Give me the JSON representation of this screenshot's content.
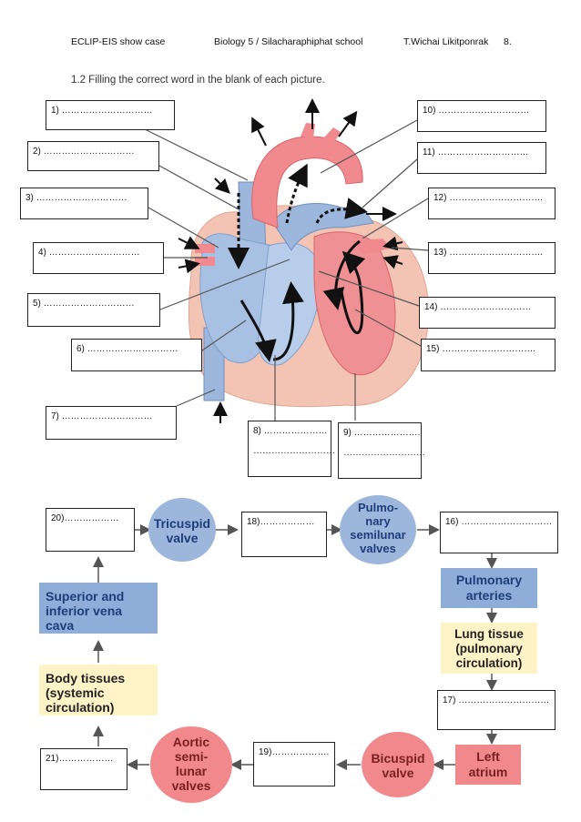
{
  "header": {
    "left": "ECLIP-EIS show case",
    "middle": "Biology 5 / Silacharaphiphat school",
    "right": "T.Wichai Likitponrak",
    "page": "8."
  },
  "instruction": "1.2 Filling the correct word in the blank of each picture.",
  "labels": {
    "l1": "1) …………………………",
    "l2": "2) …………………………",
    "l3": "3) …………………………",
    "l4": "4) …………………………",
    "l5": "5) …………………………",
    "l6": "6) …………………………",
    "l7": "7) …………………………",
    "l8a": "8) …………………",
    "l8b": "………………………",
    "l9a": "9) ………………….",
    "l9b": "………………………",
    "l10": "10) …………………………",
    "l11": "11) …………………………",
    "l12": "12) ………………………….",
    "l13": "13) ………………………….",
    "l14": "14) …………………………",
    "l15": "15) ………………………….",
    "l16": "16) …………………………",
    "l17": "17) …………………………",
    "l18": "18)………………",
    "l19": "19)……………….",
    "l20": "20)………………",
    "l21": "21)………………"
  },
  "flow": {
    "tricuspid_1": "Tricuspid",
    "tricuspid_2": "valve",
    "pulmo_1": "Pulmo-",
    "pulmo_2": "nary",
    "pulmo_3": "semilunar",
    "pulmo_4": "valves",
    "pulm_arteries_1": "Pulmonary",
    "pulm_arteries_2": "arteries",
    "lung_1": "Lung tissue",
    "lung_2": "(pulmonary",
    "lung_3": "circulation)",
    "left_atrium_1": "Left",
    "left_atrium_2": "atrium",
    "bicuspid_1": "Bicuspid",
    "bicuspid_2": "valve",
    "aortic_1": "Aortic",
    "aortic_2": "semi-",
    "aortic_3": "lunar",
    "aortic_4": "valves",
    "body_1": "Body tissues",
    "body_2": "(systemic",
    "body_3": "circulation)",
    "vena_1": "Superior and",
    "vena_2": "inferior vena",
    "vena_3": "cava"
  },
  "colors": {
    "blue_fill": "#9db7dc",
    "pink_fill": "#f08a8e",
    "rect_blue": "#8eadd9",
    "rect_yellow": "#fdf3c6",
    "rect_pink": "#f1888c",
    "text_blue": "#1f3d7a",
    "text_red": "#7a1f1f"
  }
}
